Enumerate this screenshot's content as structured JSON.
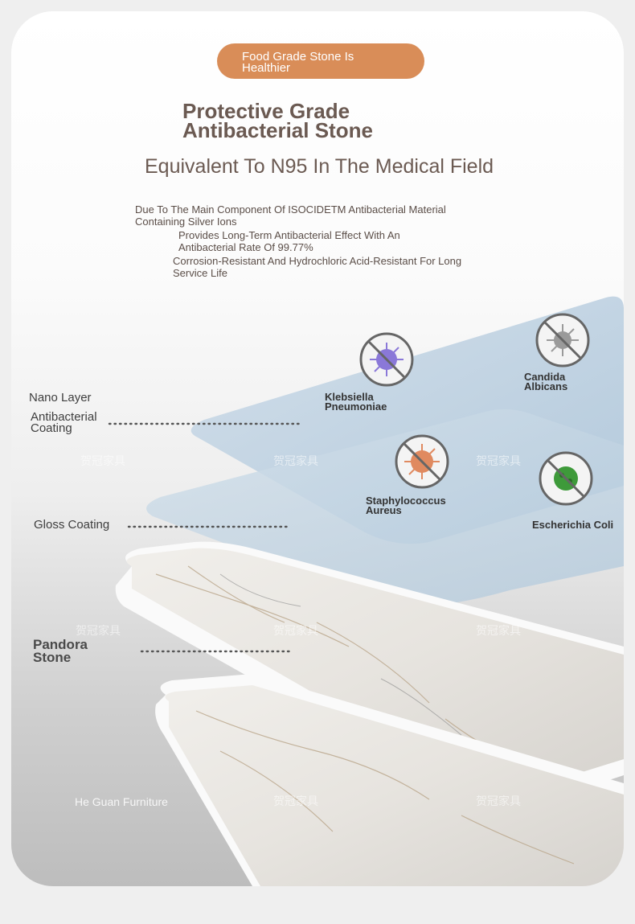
{
  "badge": {
    "text": "Food Grade Stone Is Healthier"
  },
  "heading": {
    "title": "Protective Grade Antibacterial Stone",
    "subtitle": "Equivalent To N95 In The Medical Field"
  },
  "features": [
    {
      "text": "Due To The Main Component Of ISOCIDETM Antibacterial Material Containing Silver Ions"
    },
    {
      "text": "Provides Long-Term Antibacterial Effect With An Antibacterial Rate Of 99.77%"
    },
    {
      "text": "Corrosion-Resistant And Hydrochloric Acid-Resistant For Long Service Life"
    }
  ],
  "layers": {
    "nano": "Nano Layer",
    "antibacterial": "Antibacterial Coating",
    "gloss": "Gloss Coating",
    "stone": "Pandora Stone"
  },
  "bacteria": [
    {
      "name": "Klebsiella Pneumoniae",
      "icon": "klebsiella-icon",
      "color": "#8a78d8"
    },
    {
      "name": "Candida Albicans",
      "icon": "candida-icon",
      "color": "#9a9a9a"
    },
    {
      "name": "Staphylococcus Aureus",
      "icon": "staphylococcus-icon",
      "color": "#e08a60"
    },
    {
      "name": "Escherichia Coli",
      "icon": "ecoli-icon",
      "color": "#3e9a3a"
    }
  ],
  "brand": {
    "name": "He Guan Furniture",
    "watermark": "贺冠家具"
  },
  "colors": {
    "accent": "#d98d58",
    "heading": "#6b5a52",
    "layer_blue": "#a9c4dc"
  }
}
